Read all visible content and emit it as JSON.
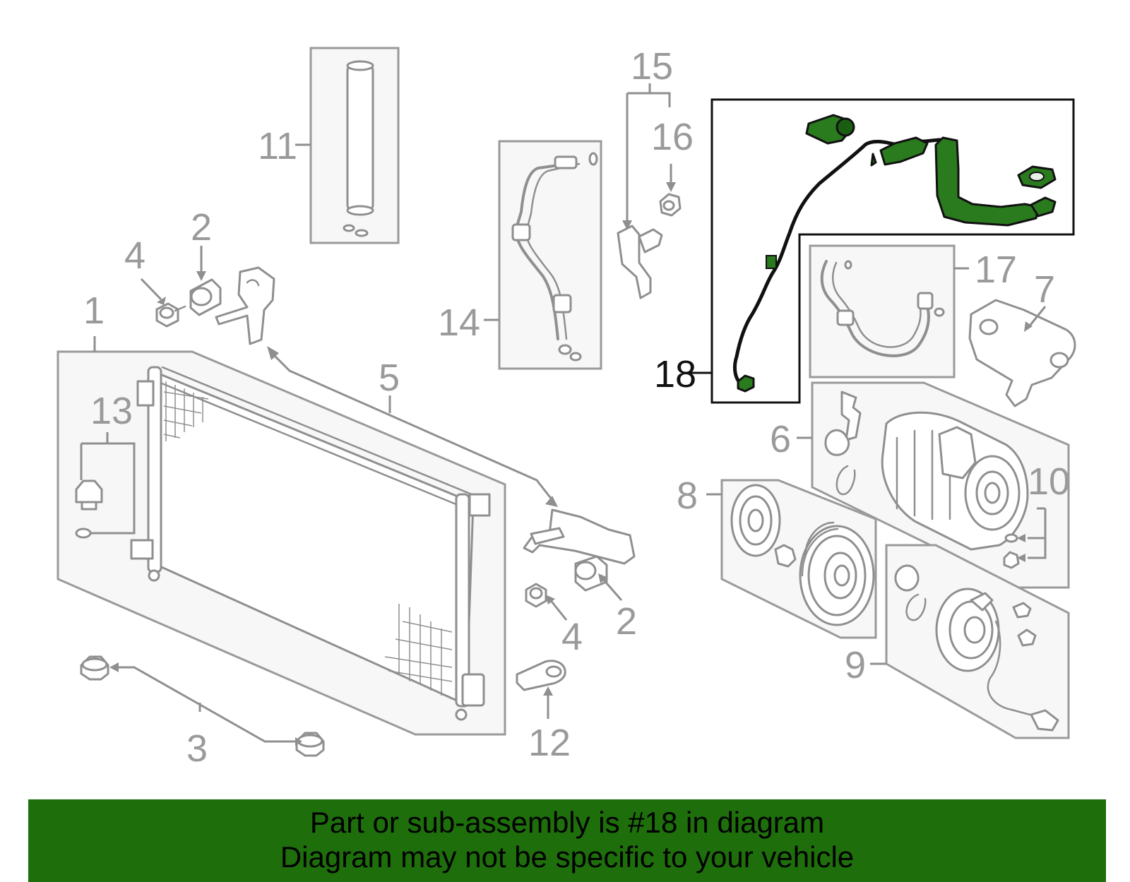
{
  "callouts": {
    "n1": "1",
    "n2a": "2",
    "n2b": "2",
    "n3": "3",
    "n4a": "4",
    "n4b": "4",
    "n5": "5",
    "n6": "6",
    "n7": "7",
    "n8": "8",
    "n9": "9",
    "n10": "10",
    "n11": "11",
    "n12": "12",
    "n13": "13",
    "n14": "14",
    "n15": "15",
    "n16": "16",
    "n17": "17",
    "n18": "18"
  },
  "highlight": {
    "part_number": "18",
    "color": "#2a7a1e"
  },
  "banner": {
    "line1": "Part or sub-assembly is #18 in diagram",
    "line2": "Diagram may not be specific to your vehicle",
    "background": "#1e6e0c"
  }
}
